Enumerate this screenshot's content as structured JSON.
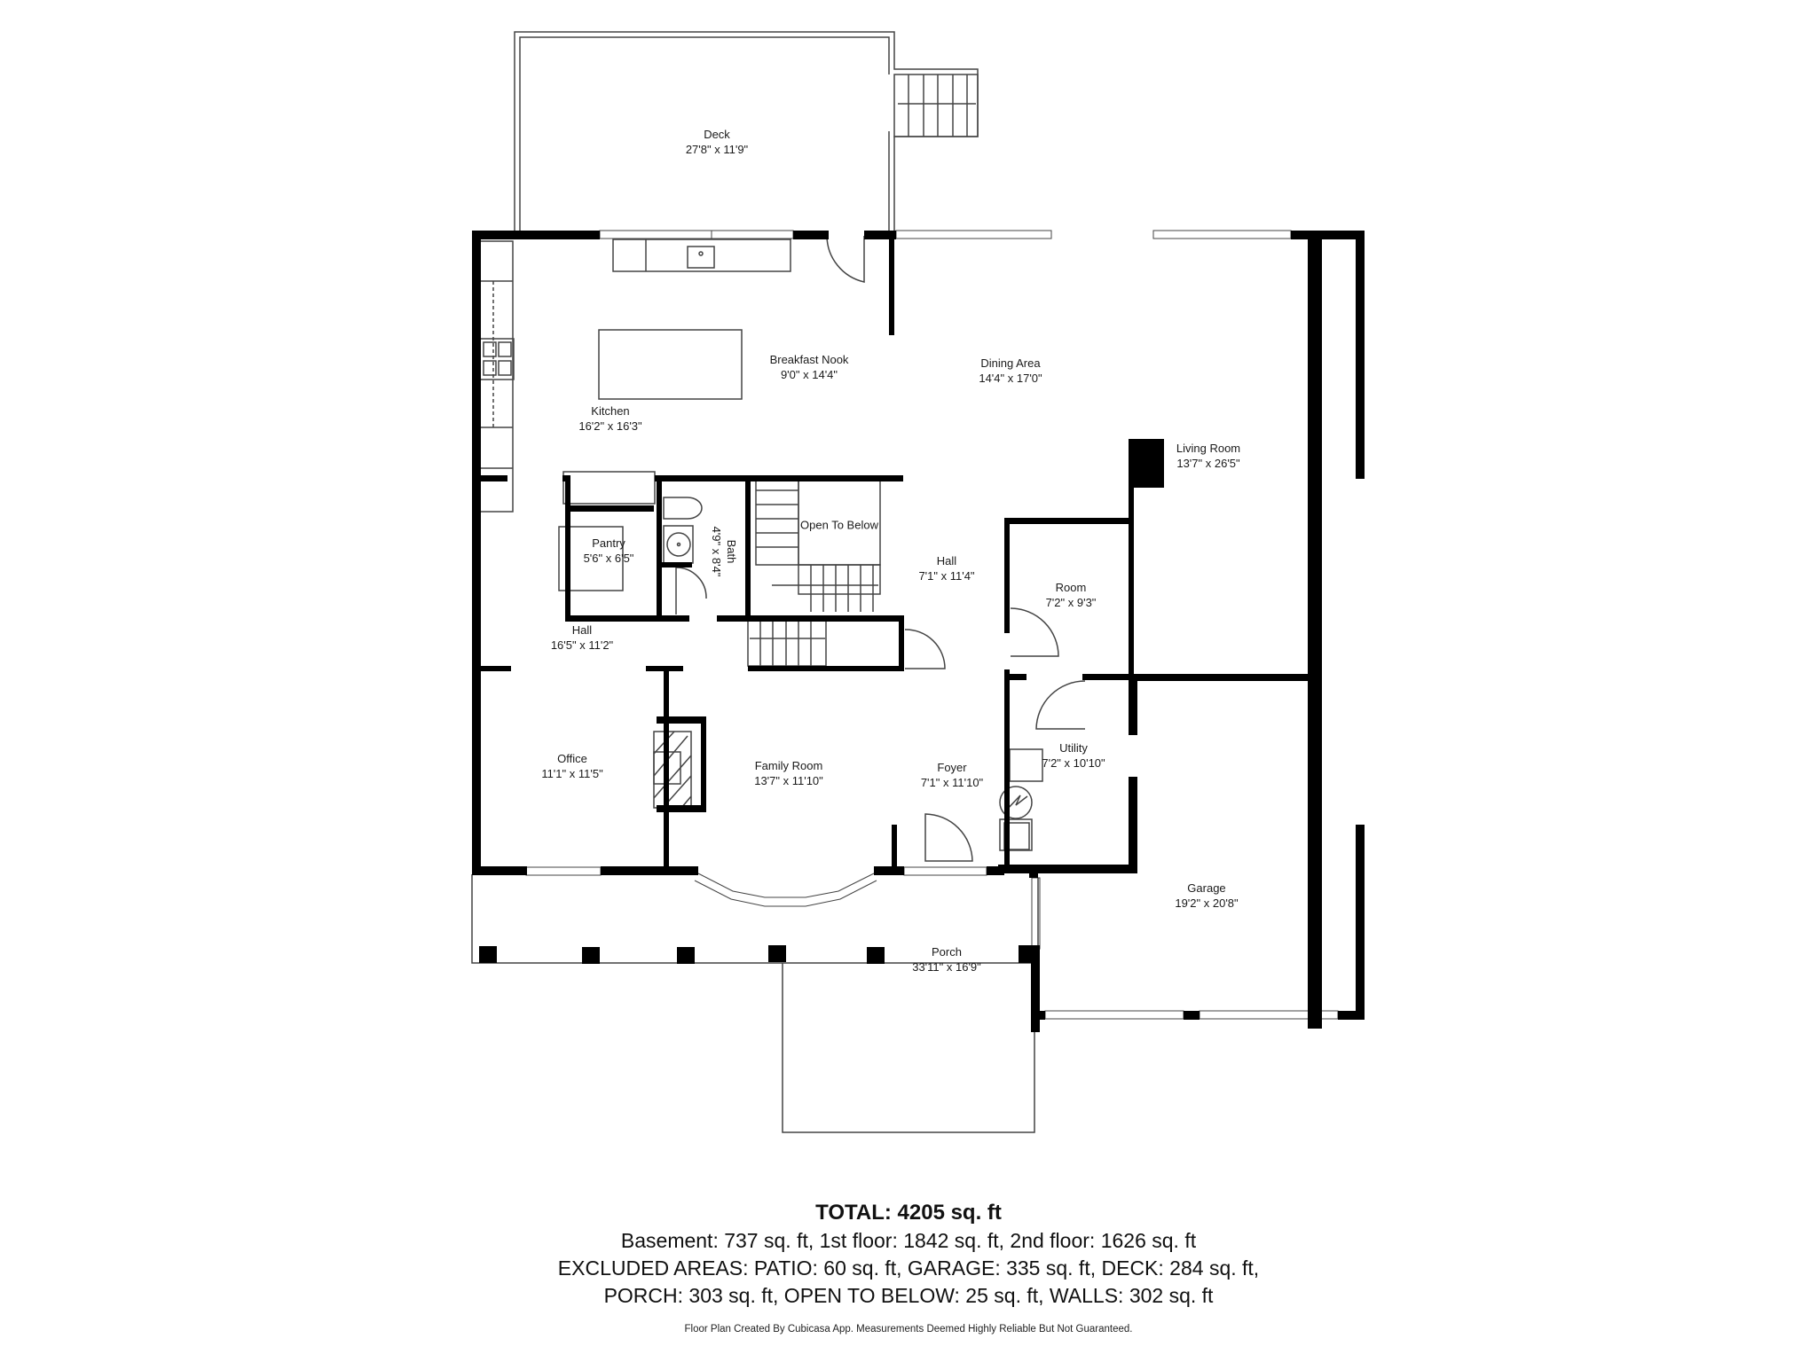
{
  "floor_plan": {
    "rooms": [
      {
        "id": "deck",
        "name": "Deck",
        "dimensions": "27'8\" x 11'9\""
      },
      {
        "id": "kitchen",
        "name": "Kitchen",
        "dimensions": "16'2\" x 16'3\""
      },
      {
        "id": "breakfast_nook",
        "name": "Breakfast Nook",
        "dimensions": "9'0\" x 14'4\""
      },
      {
        "id": "dining_area",
        "name": "Dining Area",
        "dimensions": "14'4\" x 17'0\""
      },
      {
        "id": "living_room",
        "name": "Living Room",
        "dimensions": "13'7\" x 26'5\""
      },
      {
        "id": "pantry",
        "name": "Pantry",
        "dimensions": "5'6\" x 6'5\""
      },
      {
        "id": "bath",
        "name": "Bath",
        "dimensions": "4'9\" x 8'4\""
      },
      {
        "id": "open_to_below",
        "name": "Open To Below",
        "dimensions": ""
      },
      {
        "id": "hall_upper",
        "name": "Hall",
        "dimensions": "7'1\" x 11'4\""
      },
      {
        "id": "room",
        "name": "Room",
        "dimensions": "7'2\" x 9'3\""
      },
      {
        "id": "hall_lower",
        "name": "Hall",
        "dimensions": "16'5\" x 11'2\""
      },
      {
        "id": "office",
        "name": "Office",
        "dimensions": "11'1\" x 11'5\""
      },
      {
        "id": "family_room",
        "name": "Family Room",
        "dimensions": "13'7\" x 11'10\""
      },
      {
        "id": "foyer",
        "name": "Foyer",
        "dimensions": "7'1\" x 11'10\""
      },
      {
        "id": "utility",
        "name": "Utility",
        "dimensions": "7'2\" x 10'10\""
      },
      {
        "id": "garage",
        "name": "Garage",
        "dimensions": "19'2\" x 20'8\""
      },
      {
        "id": "porch",
        "name": "Porch",
        "dimensions": "33'11\" x 16'9\""
      }
    ],
    "colors": {
      "wall": "#000000",
      "thin_line": "#444444",
      "background": "#ffffff"
    }
  },
  "summary": {
    "total": "TOTAL: 4205 sq. ft",
    "floors": "Basement: 737 sq. ft, 1st floor: 1842 sq. ft, 2nd floor: 1626 sq. ft",
    "excluded_1": "EXCLUDED AREAS: PATIO: 60 sq. ft, GARAGE: 335 sq. ft, DECK: 284 sq. ft,",
    "excluded_2": "PORCH: 303 sq. ft, OPEN TO BELOW: 25 sq. ft, WALLS: 302 sq. ft",
    "disclaimer": "Floor Plan Created By Cubicasa App. Measurements Deemed Highly Reliable But Not Guaranteed."
  }
}
